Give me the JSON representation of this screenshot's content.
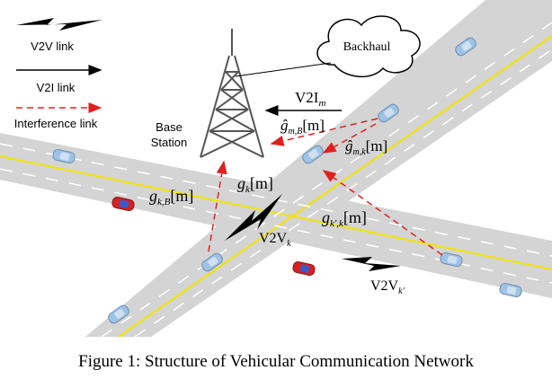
{
  "legend": {
    "v2v": "V2V link",
    "v2i": "V2I link",
    "interference": "Interference link"
  },
  "cloud": "Backhaul",
  "base_station": [
    "Base",
    "Station"
  ],
  "labels": {
    "v2i_m": {
      "main": "V2I",
      "sub": "m"
    },
    "g_hat_mB": {
      "main": "ĝ",
      "sub": "m,B",
      "arg": "[m]"
    },
    "g_hat_mk": {
      "main": "ĝ",
      "sub": "m,k",
      "arg": "[m]"
    },
    "g_k": {
      "main": "g",
      "sub": "k",
      "arg": "[m]"
    },
    "g_kB": {
      "main": "g",
      "sub": "k,B",
      "arg": "[m]"
    },
    "g_kk": {
      "main": "g",
      "sub": "k',k",
      "arg": "[m]"
    },
    "v2v_k": {
      "main": "V2V",
      "sub": "k"
    },
    "v2v_kp": {
      "main": "V2V",
      "sub": "k'"
    }
  },
  "caption": "Figure 1: Structure of Vehicular Communication Network",
  "colors": {
    "road": "#d4d4d4",
    "center_line": "#f2e600",
    "lane_dash": "#ffffff",
    "car_blue": "#9ec3e6",
    "car_red": "#d9201f",
    "interference": "#e0201f",
    "tower": "#555555"
  }
}
